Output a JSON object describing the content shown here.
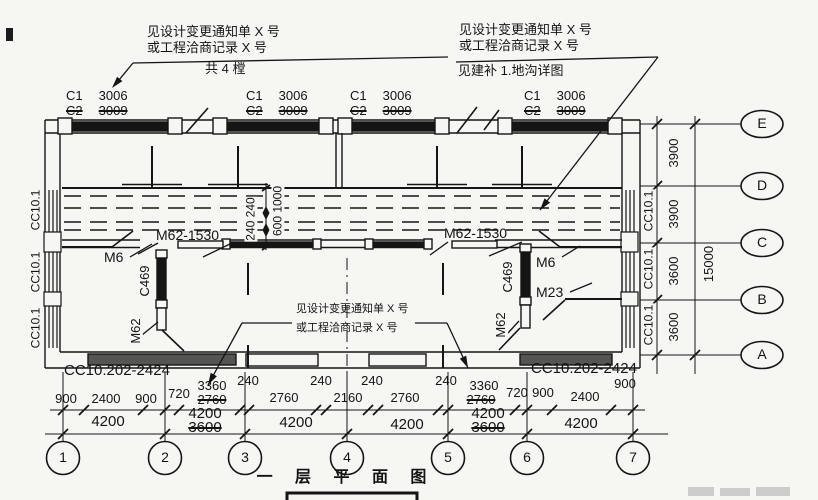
{
  "title": "一 层 平 面 图",
  "notes": {
    "top_left": {
      "l1": "见设计变更通知单 X 号",
      "l2": "或工程洽商记录 X 号",
      "l3": "共 4 樘"
    },
    "top_right": {
      "l1": "见设计变更通知单 X 号",
      "l2": "或工程洽商记录 X 号",
      "l3": "见建补 1.地沟详图"
    },
    "middle": {
      "l1": "见设计变更通知单 X 号",
      "l2": "或工程洽商记录 X 号"
    }
  },
  "window_tag": {
    "new_code": "C1",
    "new_size": "3006",
    "old_code": "C2",
    "old_size": "3009"
  },
  "tags": {
    "m62_1530": "M62-1530",
    "m6": "M6",
    "m23": "M23",
    "m62": "M62",
    "c469": "C469",
    "cc101": "CC10.1",
    "cc10_202": "CC10.202-2424"
  },
  "axes": {
    "horizontal": [
      "1",
      "2",
      "3",
      "4",
      "5",
      "6",
      "7"
    ],
    "vertical": [
      "E",
      "D",
      "C",
      "B",
      "A"
    ]
  },
  "dims": {
    "center": {
      "a": "240 240",
      "b": "600 1000"
    },
    "right": {
      "spans": [
        "3900",
        "3900",
        "3600",
        "3600"
      ],
      "total": "15000"
    },
    "row1": [
      {
        "v": "900"
      },
      {
        "v": "2400"
      },
      {
        "v": "900"
      },
      {
        "v": "720"
      },
      {
        "v": "3360",
        "s": "2760"
      },
      {
        "v": "240"
      },
      {
        "v": "2760"
      },
      {
        "v": "240"
      },
      {
        "v": "2160"
      },
      {
        "v": "240"
      },
      {
        "v": "2760"
      },
      {
        "v": "240"
      },
      {
        "v": "3360",
        "s": "2760"
      },
      {
        "v": "720"
      },
      {
        "v": "900"
      },
      {
        "v": "2400"
      },
      {
        "v": "900"
      }
    ],
    "row2": [
      {
        "v": "4200"
      },
      {
        "v": "4200",
        "s": "3600"
      },
      {
        "v": "4200"
      },
      {
        "v": "4200"
      },
      {
        "v": "4200",
        "s": "3600"
      },
      {
        "v": "4200"
      }
    ]
  }
}
